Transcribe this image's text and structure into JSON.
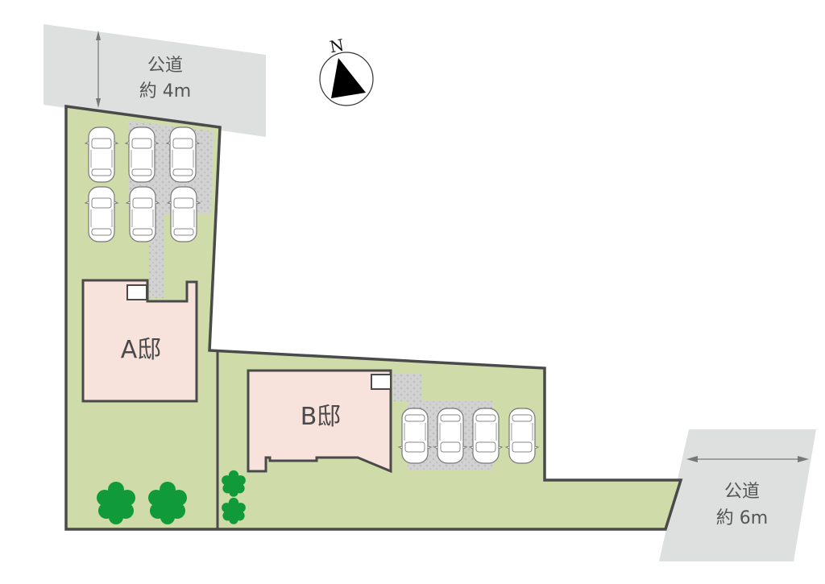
{
  "roads": [
    {
      "id": "north-road",
      "name": "公道",
      "width": "約 4m"
    },
    {
      "id": "east-road",
      "name": "公道",
      "width": "約 6m"
    }
  ],
  "houses": [
    {
      "id": "house-a",
      "label": "A邸"
    },
    {
      "id": "house-b",
      "label": "B邸"
    }
  ],
  "compass": {
    "label": "N"
  },
  "parking": {
    "lot_a_spaces": 6,
    "lot_b_spaces": 4
  },
  "colors": {
    "lot": "#cfdcaa",
    "road": "#dedfdf",
    "house": "#f8e2dc",
    "outline": "#4a4a4a",
    "tree": "#109a3a",
    "paving": "#cfcfcf"
  }
}
